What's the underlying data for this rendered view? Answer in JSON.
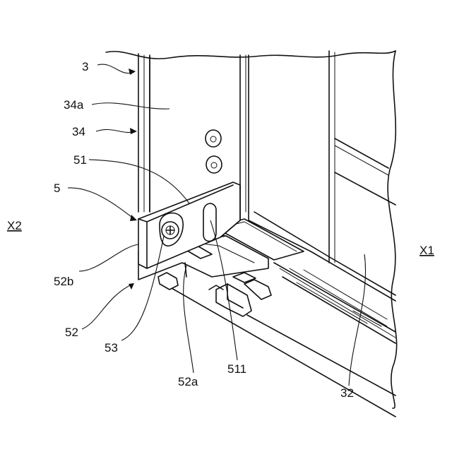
{
  "labels": {
    "l3": "3",
    "l34a": "34a",
    "l34": "34",
    "l51": "51",
    "l5": "5",
    "lX2": "X2",
    "lX1": "X1",
    "l52b": "52b",
    "l52": "52",
    "l53": "53",
    "l52a": "52a",
    "l511": "511",
    "l32": "32"
  }
}
